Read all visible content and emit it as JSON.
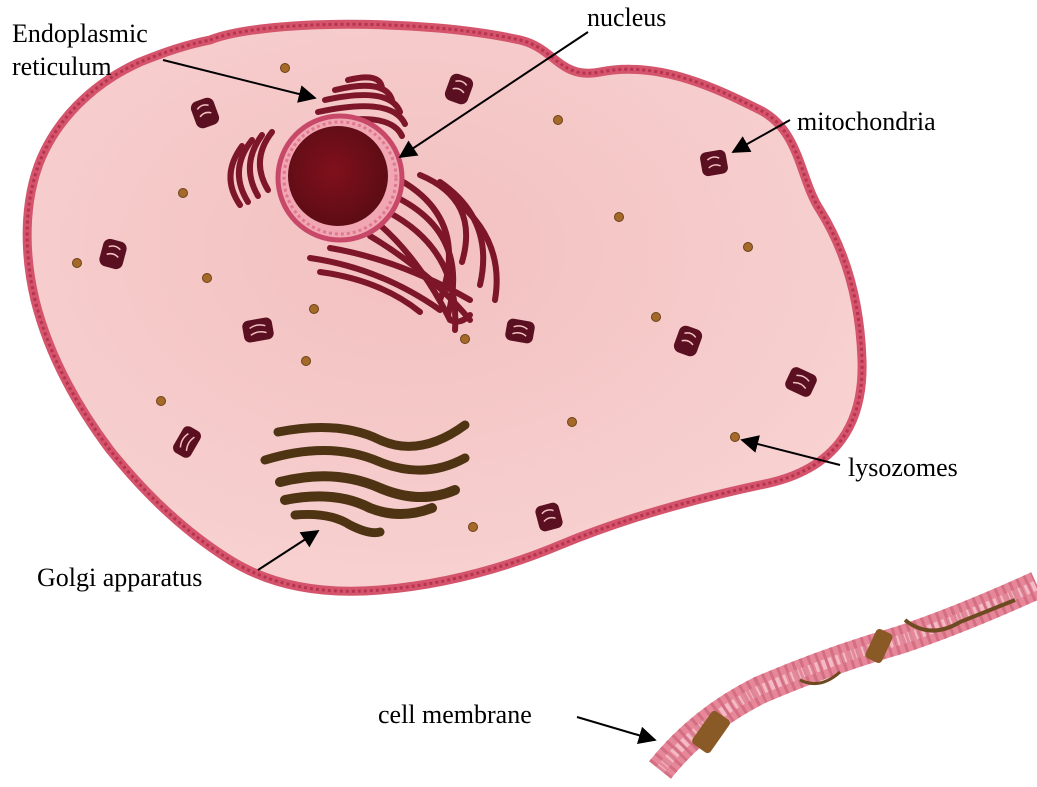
{
  "labels": {
    "er_line1": "Endoplasmic",
    "er_line2": "reticulum",
    "nucleus": "nucleus",
    "mitochondria": "mitochondria",
    "lysozomes": "lysozomes",
    "golgi": "Golgi apparatus",
    "membrane": "cell membrane"
  },
  "colors": {
    "cytoplasm": "#f6c7c7",
    "cell_edge": "#c7455f",
    "nucleus": "#6e0f19",
    "er": "#7c1628",
    "golgi": "#4f3414",
    "lysosome": "#a56a2a",
    "mitochondria": "#5a1020",
    "membrane_bead": "#e58ea0",
    "membrane_protein": "#8a5a26"
  }
}
